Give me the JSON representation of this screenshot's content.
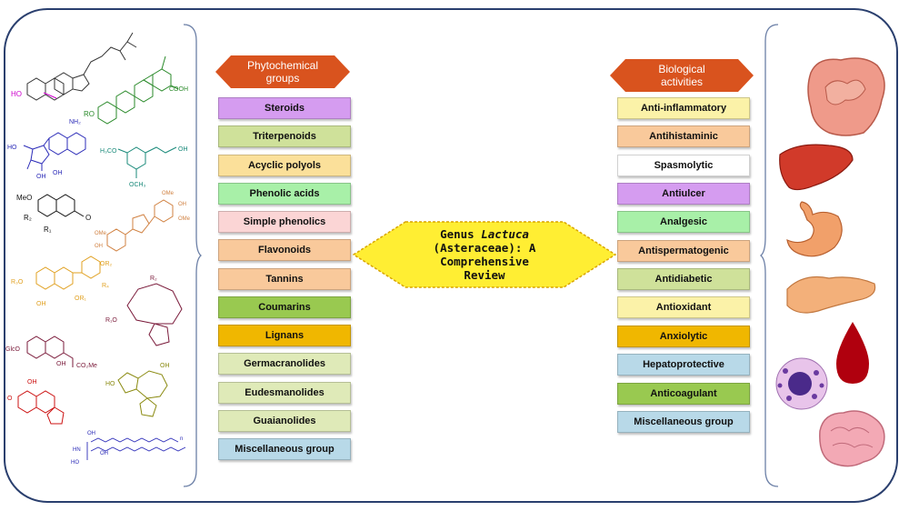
{
  "left_header": {
    "line1": "Phytochemical",
    "line2": "groups"
  },
  "right_header": {
    "line1": "Biological",
    "line2": "activities"
  },
  "center": {
    "part1": "Genus ",
    "italic": "Lactuca",
    "line2": "(Asteraceae): A",
    "line3": "Comprehensive",
    "line4": "Review"
  },
  "phytochemical_groups": [
    {
      "label": "Steroids",
      "color": "#d59cf0"
    },
    {
      "label": "Triterpenoids",
      "color": "#cfe19a"
    },
    {
      "label": "Acyclic polyols",
      "color": "#fbe09a"
    },
    {
      "label": "Phenolic acids",
      "color": "#a8f0a8"
    },
    {
      "label": "Simple phenolics",
      "color": "#fbd5d5"
    },
    {
      "label": "Flavonoids",
      "color": "#f9c99b"
    },
    {
      "label": "Tannins",
      "color": "#f9c99b"
    },
    {
      "label": "Coumarins",
      "color": "#99c950"
    },
    {
      "label": "Lignans",
      "color": "#f0b700"
    },
    {
      "label": "Germacranolides",
      "color": "#dfeab8"
    },
    {
      "label": "Eudesmanolides",
      "color": "#dfeab8"
    },
    {
      "label": "Guaianolides",
      "color": "#dfeab8"
    },
    {
      "label": "Miscellaneous group",
      "color": "#b8d9e8"
    }
  ],
  "biological_activities": [
    {
      "label": "Anti-inflammatory",
      "color": "#fbf2a8"
    },
    {
      "label": "Antihistaminic",
      "color": "#f9c99b"
    },
    {
      "label": "Spasmolytic",
      "color": "#ffffff"
    },
    {
      "label": "Antiulcer",
      "color": "#d59cf0"
    },
    {
      "label": "Analgesic",
      "color": "#a8f0a8"
    },
    {
      "label": "Antispermatogenic",
      "color": "#f9c99b"
    },
    {
      "label": "Antidiabetic",
      "color": "#cfe19a"
    },
    {
      "label": "Antioxidant",
      "color": "#fbf2a8"
    },
    {
      "label": "Anxiolytic",
      "color": "#f0b700"
    },
    {
      "label": "Hepatoprotective",
      "color": "#b8d9e8"
    },
    {
      "label": "Anticoagulant",
      "color": "#99c950"
    },
    {
      "label": "Miscellaneous group",
      "color": "#b8d9e8"
    }
  ],
  "chem_labels": {
    "ho": "HO",
    "cooh": "COOH",
    "ro": "RO",
    "nh2": "NH₂",
    "h3co": "H₃CO",
    "oh": "OH",
    "och3": "OCH₃",
    "meo": "MeO",
    "r2": "R₂",
    "r1": "R₁",
    "o": "O",
    "r3o": "R₃O",
    "or2": "OR₂",
    "or1": "OR₁",
    "r4": "R₄",
    "ome": "OMe",
    "r1o": "R₁O",
    "glco": "GlcO",
    "co2me": "CO₂Me",
    "hn": "HN",
    "n": "n"
  },
  "organ_icons": [
    "intestines-icon",
    "liver-icon",
    "stomach-icon",
    "pancreas-icon",
    "blood-drop-icon",
    "blood-cell-icon",
    "brain-icon"
  ],
  "colors": {
    "header": "#d9531e",
    "frame": "#2a3f6e",
    "center_fill": "#ffee33",
    "center_border": "#d9a400"
  }
}
